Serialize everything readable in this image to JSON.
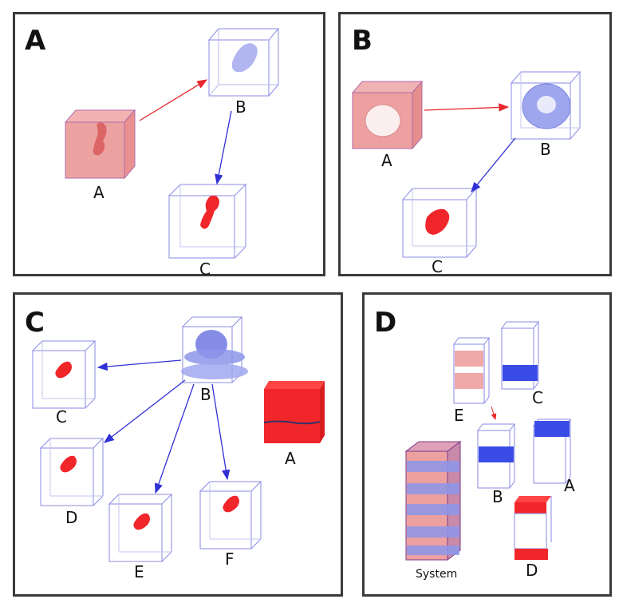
{
  "panels": {
    "a": {
      "title": "A",
      "labels": {
        "a": "A",
        "b": "B",
        "c": "C"
      }
    },
    "b": {
      "title": "B",
      "labels": {
        "a": "A",
        "b": "B",
        "c": "C"
      }
    },
    "c": {
      "title": "C",
      "labels": {
        "a": "A",
        "b": "B",
        "c": "C",
        "d": "D",
        "e": "E",
        "f": "F"
      }
    },
    "d": {
      "title": "D",
      "labels": {
        "a": "A",
        "b": "B",
        "c": "C",
        "d": "D",
        "e": "E",
        "system": "System"
      }
    }
  },
  "colors": {
    "frame": "#3b3b3b",
    "box_edge": "#6b6bd9",
    "arrow_red": "#e8262b",
    "arrow_blue": "#3131d6",
    "red_solid": "#f0262b",
    "blue_solid": "#3b4be6",
    "red_translucent": "#e99a9a",
    "blue_translucent": "#a8aef0"
  }
}
